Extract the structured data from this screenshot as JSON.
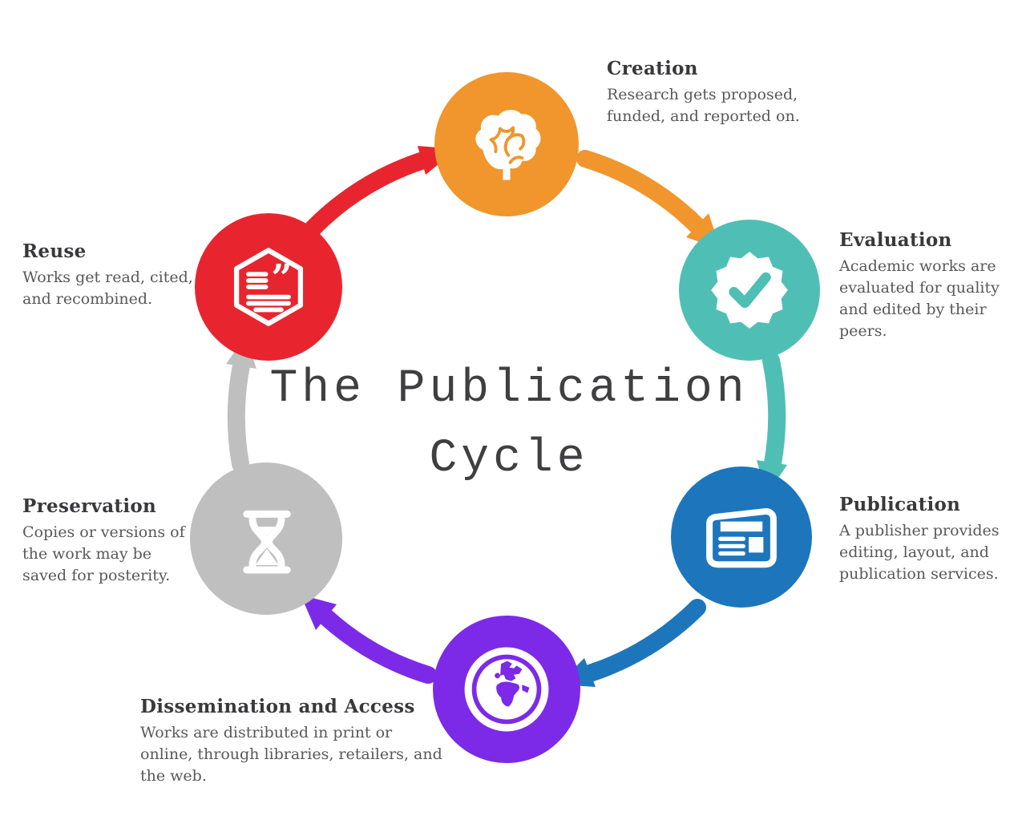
{
  "title": {
    "line1": "The Publication",
    "line2": "Cycle"
  },
  "colors": {
    "orange": "#F0962C",
    "teal": "#4FBFB5",
    "blue": "#1D76BC",
    "purple": "#7C2AE8",
    "gray": "#BFBFBF",
    "red": "#E8252E",
    "white": "#FFFFFF"
  },
  "stages": [
    {
      "name": "Creation",
      "description": "Research gets proposed, funded, and reported on.",
      "color_key": "orange",
      "icon": "brain-icon"
    },
    {
      "name": "Evaluation",
      "description": "Academic works are evaluated for quality and edited by their peers.",
      "color_key": "teal",
      "icon": "seal-check-icon"
    },
    {
      "name": "Publication",
      "description": "A publisher provides editing, layout, and publication services.",
      "color_key": "blue",
      "icon": "newspaper-icon"
    },
    {
      "name": "Dissemination and Access",
      "description": "Works are distributed in print or online, through libraries, retailers, and the web.",
      "color_key": "purple",
      "icon": "globe-icon"
    },
    {
      "name": "Preservation",
      "description": "Copies or versions of the work may be saved for posterity.",
      "color_key": "gray",
      "icon": "hourglass-icon"
    },
    {
      "name": "Reuse",
      "description": "Works get read, cited, and recombined.",
      "color_key": "red",
      "icon": "quote-hexagon-icon"
    }
  ],
  "flow": [
    {
      "from": "Reuse",
      "to": "Creation",
      "color_key": "red"
    },
    {
      "from": "Creation",
      "to": "Evaluation",
      "color_key": "orange"
    },
    {
      "from": "Evaluation",
      "to": "Publication",
      "color_key": "teal"
    },
    {
      "from": "Publication",
      "to": "Dissemination and Access",
      "color_key": "blue"
    },
    {
      "from": "Dissemination and Access",
      "to": "Preservation",
      "color_key": "purple"
    },
    {
      "from": "Preservation",
      "to": "Reuse",
      "color_key": "gray"
    }
  ]
}
